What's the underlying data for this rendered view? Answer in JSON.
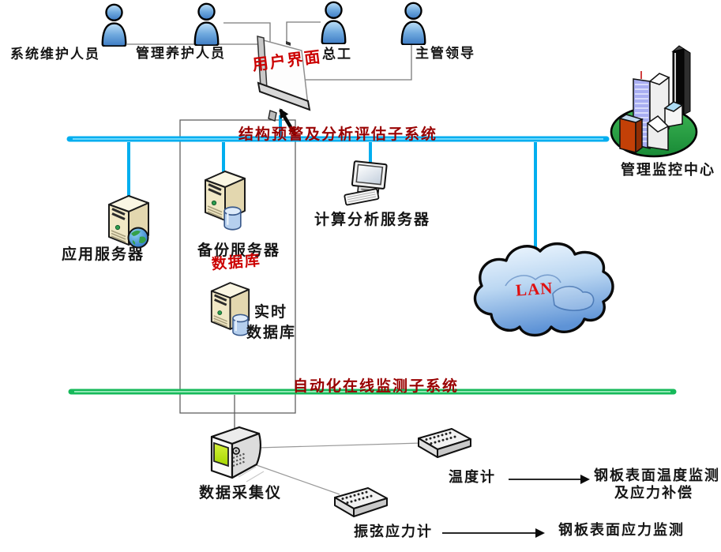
{
  "users": [
    {
      "label": "系统维护人员"
    },
    {
      "label": "管理养护人员"
    },
    {
      "label": "总工"
    },
    {
      "label": "主管领导"
    }
  ],
  "user_interface": {
    "label": "用户界面"
  },
  "buses": {
    "analysis": {
      "label": "结构预警及分析评估子系统",
      "color": "#00AEEF"
    },
    "monitoring": {
      "label": "自动化在线监测子系统",
      "color": "#16B95A"
    }
  },
  "management_center": {
    "label": "管理监控中心"
  },
  "servers": {
    "application": {
      "label": "应用服务器"
    },
    "backup": {
      "label": "备份服务器"
    },
    "database_annotation": {
      "label": "数据库"
    },
    "compute": {
      "label": "计算分析服务器"
    },
    "realtime": {
      "label_line1": "实时",
      "label_line2": "数据库"
    }
  },
  "network": {
    "lan": {
      "label": "LAN"
    }
  },
  "collector": {
    "label": "数据采集仪"
  },
  "sensors": {
    "thermometer": {
      "label": "温度计",
      "output_line1": "钢板表面温度监测",
      "output_line2": "及应力补偿"
    },
    "strain_gauge": {
      "label": "振弦应力计",
      "output": "钢板表面应力监测"
    }
  },
  "annotation_colors": {
    "dark_red": "#990000",
    "bright_red": "#CC0000",
    "lan_red": "#E01010"
  }
}
